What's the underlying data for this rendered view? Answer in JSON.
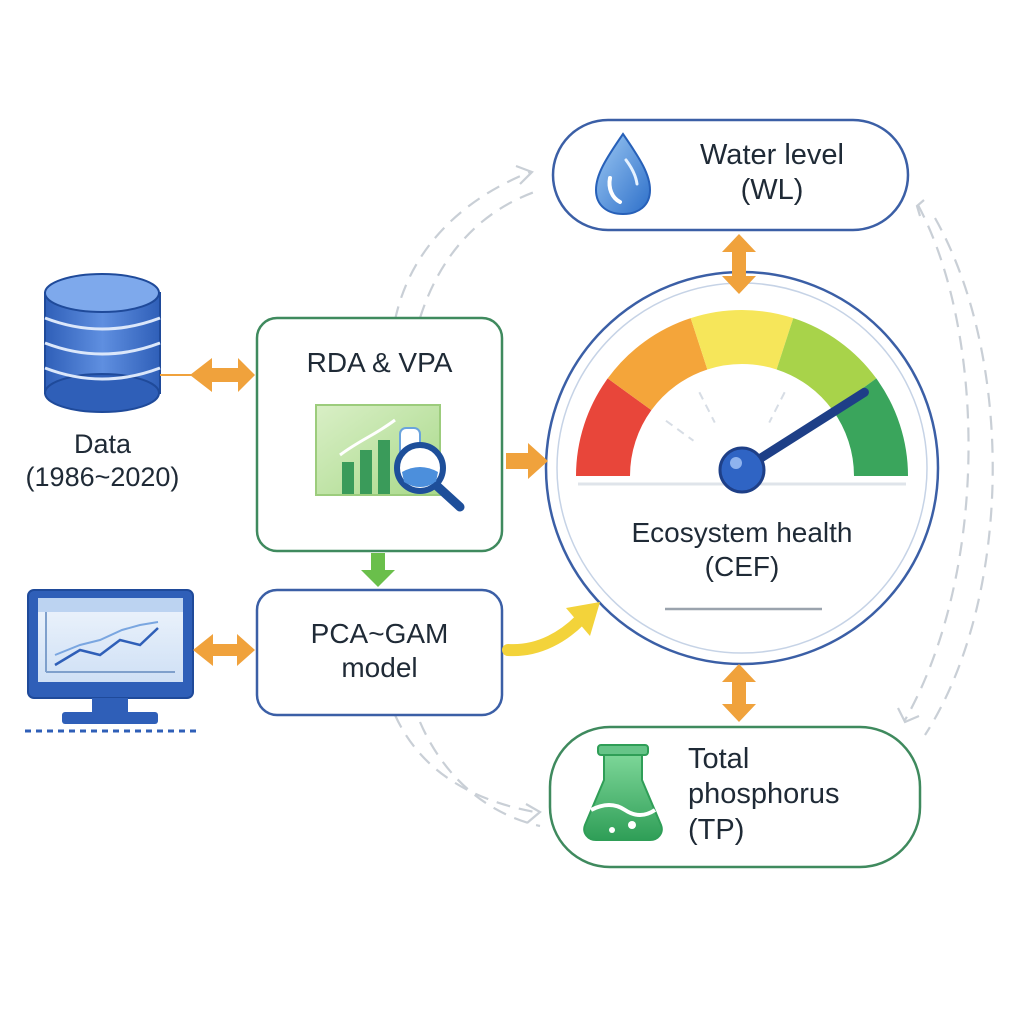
{
  "nodes": {
    "data_store": {
      "line1": "Data",
      "line2": "(1986~2020)"
    },
    "rda_vpa": {
      "title": "RDA & VPA"
    },
    "pca_gam": {
      "line1": "PCA~GAM",
      "line2": "model"
    },
    "water_level": {
      "line1": "Water level",
      "line2": "(WL)"
    },
    "ecosystem_health": {
      "line1": "Ecosystem health",
      "line2": "(CEF)"
    },
    "total_phosphorus": {
      "line1": "Total",
      "line2": "phosphorus",
      "line3": "(TP)"
    }
  },
  "gauge": {
    "level": 0.82
  },
  "colors": {
    "blue_border": "#3b5fa6",
    "green_border": "#3f8a5e",
    "orange_arrow": "#f0a23c",
    "green_arrow": "#6abf4b",
    "yellow_arrow": "#f3d33a",
    "gauge_red": "#e8463a",
    "gauge_orange": "#f4a53a",
    "gauge_yellow": "#f6e65a",
    "gauge_lime": "#a8d34a",
    "gauge_green": "#3aa55c",
    "needle": "#1e3f87"
  },
  "icons": [
    "database-icon",
    "chart-magnifier-icon",
    "monitor-chart-icon",
    "water-drop-icon",
    "flask-icon",
    "gauge-icon"
  ]
}
